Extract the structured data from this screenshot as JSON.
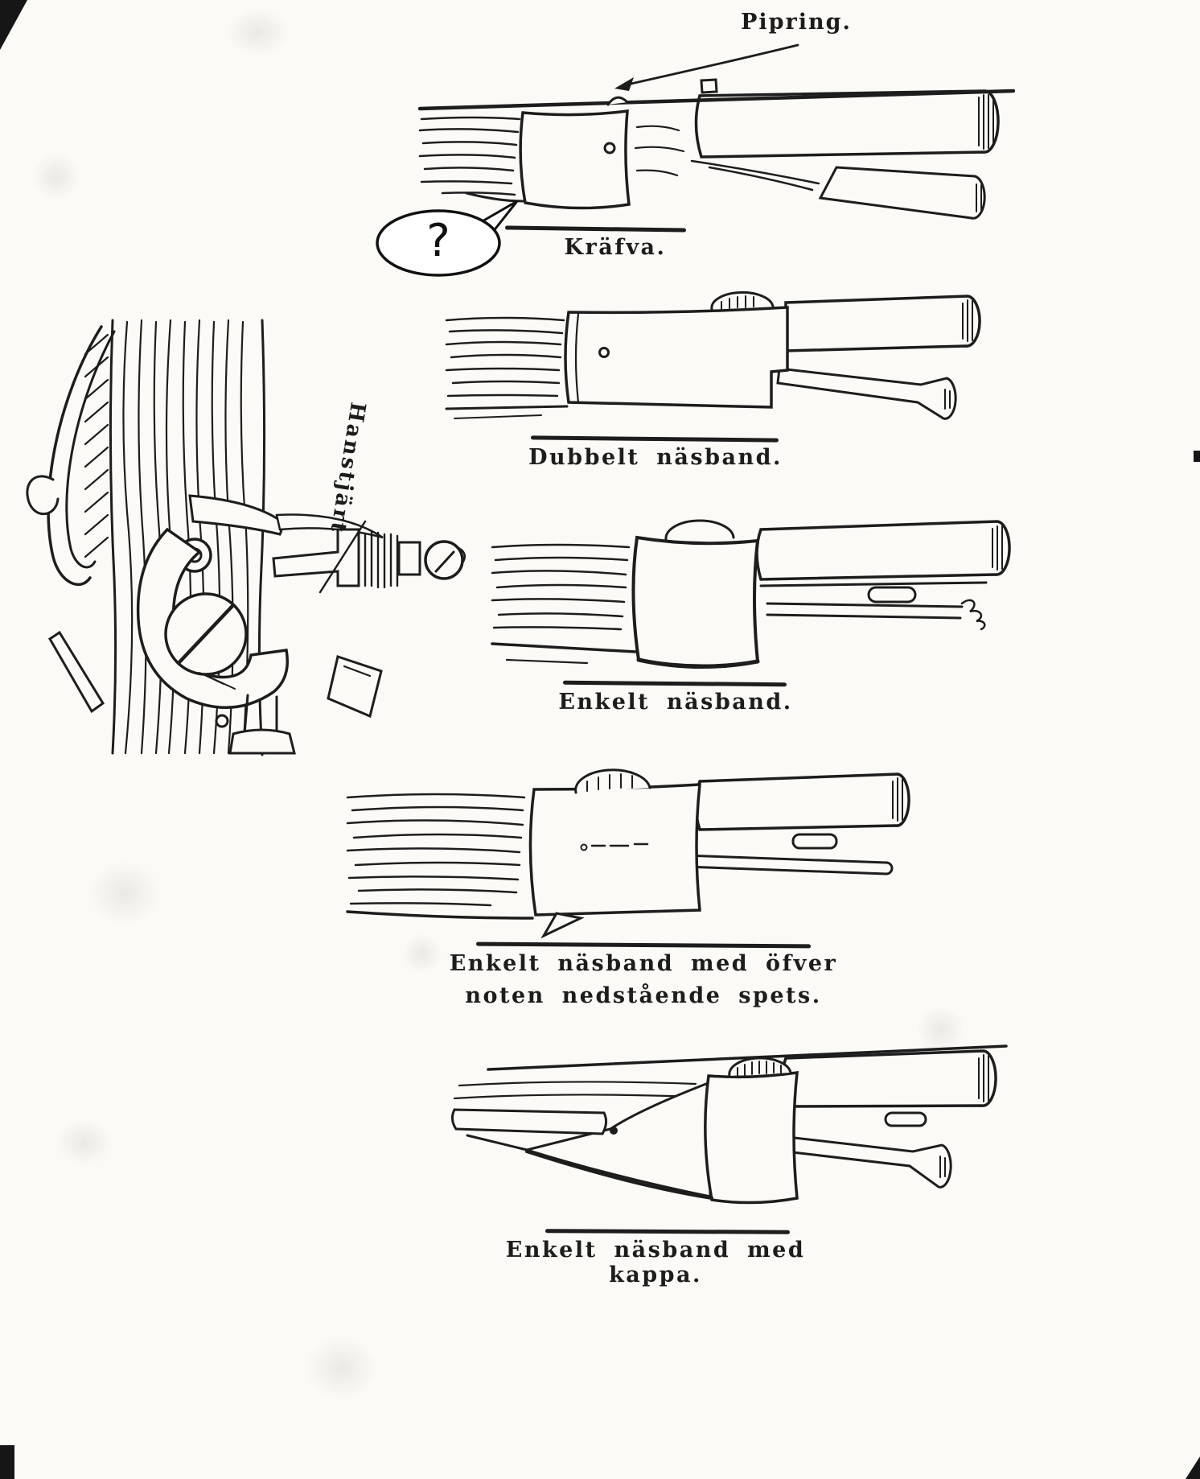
{
  "page": {
    "paper_color": "#fbfaf6",
    "ink_color": "#1d1d1d"
  },
  "labels": {
    "pipring": "Pipring.",
    "hanstjart": "Hanstjärt",
    "question_mark": "?"
  },
  "figures": [
    {
      "id": "kraefva",
      "caption": "Kräfva."
    },
    {
      "id": "dubbelt-naesband",
      "caption": "Dubbelt näsband."
    },
    {
      "id": "enkelt-naesband",
      "caption": "Enkelt näsband."
    },
    {
      "id": "enkelt-naesband-spets",
      "caption_line1": "Enkelt näsband med öfver",
      "caption_line2": "noten nedstående spets."
    },
    {
      "id": "enkelt-naesband-kappa",
      "caption": "Enkelt näsband med kappa."
    }
  ]
}
